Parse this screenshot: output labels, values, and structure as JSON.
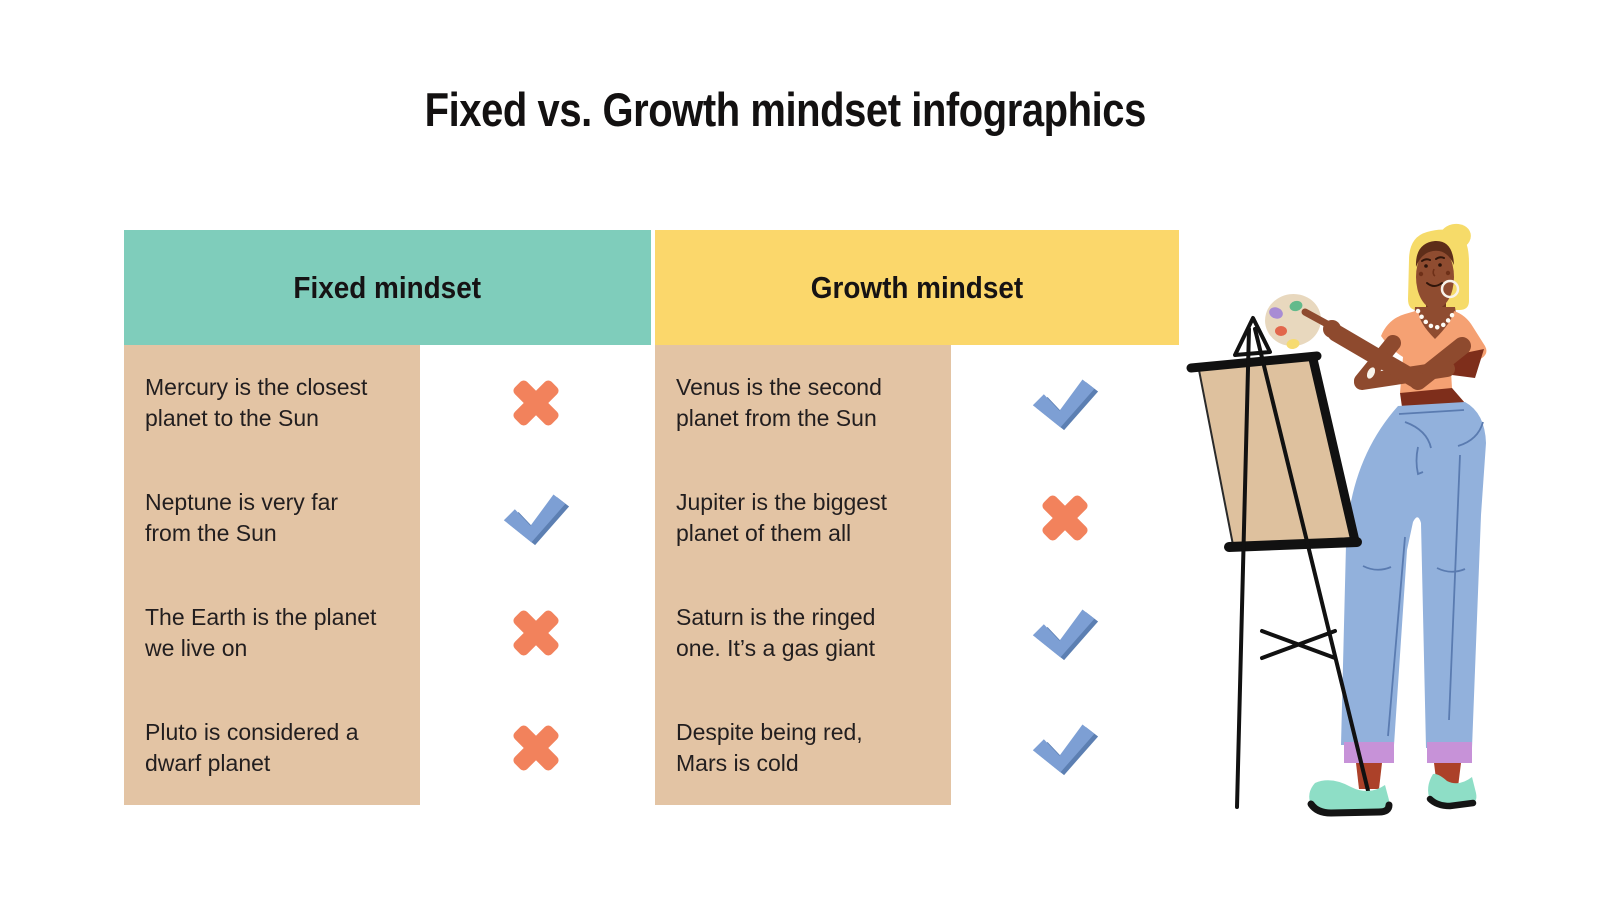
{
  "title": "Fixed vs. Growth mindset infographics",
  "table": {
    "columns": [
      {
        "header": "Fixed mindset",
        "rows": [
          {
            "text": "Mercury is the closest\nplanet to the Sun",
            "mark": "cross"
          },
          {
            "text": "Neptune is very far\nfrom the Sun",
            "mark": "check"
          },
          {
            "text": "The Earth is the planet\nwe live on",
            "mark": "cross"
          },
          {
            "text": "Pluto is considered a\ndwarf planet",
            "mark": "cross"
          }
        ]
      },
      {
        "header": "Growth mindset",
        "rows": [
          {
            "text": "Venus is the second\nplanet from the Sun",
            "mark": "check"
          },
          {
            "text": "Jupiter is the biggest\nplanet of them all",
            "mark": "cross"
          },
          {
            "text": "Saturn is the ringed\none. It’s a gas giant",
            "mark": "check"
          },
          {
            "text": "Despite being red,\nMars is cold",
            "mark": "check"
          }
        ]
      }
    ]
  },
  "icons": {
    "cross": "cross-icon",
    "check": "check-icon"
  },
  "illustration": {
    "name": "woman-painter-at-easel",
    "description": "Blonde woman in an orange tee and blue jeans holding a paint palette, standing beside a wooden easel"
  },
  "colors": {
    "teal_header": "#7FCDBB",
    "yellow_header": "#FBD76B",
    "cell_tan": "#E3C4A4",
    "cross_orange": "#F2825C",
    "check_blue": "#7D9FD4",
    "check_blue_shade": "#5C7FB2",
    "text_dark": "#221E1F",
    "background": "#FFFFFF"
  }
}
